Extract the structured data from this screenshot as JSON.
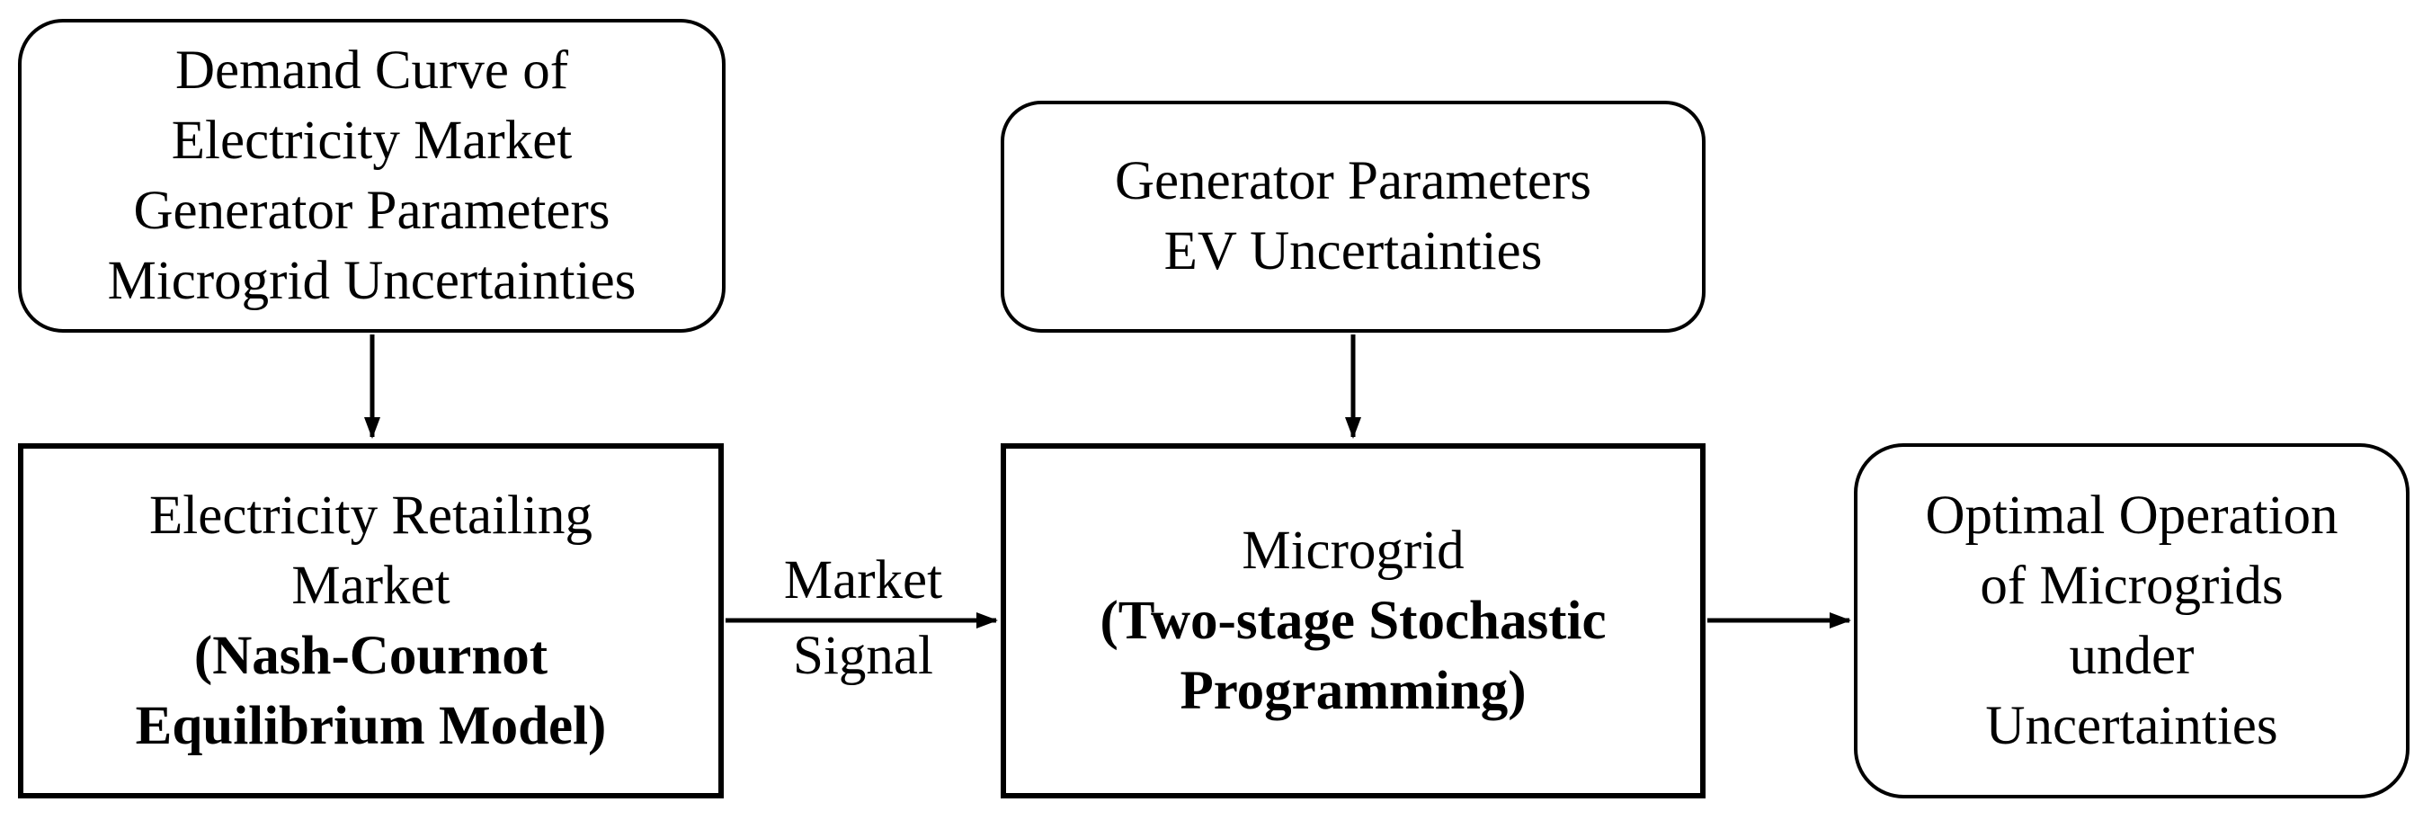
{
  "diagram": {
    "colors": {
      "background": "#ffffff",
      "stroke": "#000000",
      "text": "#000000"
    },
    "boxes": {
      "demand_inputs": {
        "lines": [
          "Demand Curve of",
          "Electricity Market",
          "Generator Parameters",
          "Microgrid Uncertainties"
        ]
      },
      "generator_inputs": {
        "lines": [
          "Generator Parameters",
          "EV Uncertainties"
        ]
      },
      "retail_market": {
        "lines": [
          "Electricity Retailing",
          "Market",
          "(Nash-Cournot",
          "Equilibrium Model)"
        ]
      },
      "microgrid": {
        "lines": [
          "Microgrid",
          "(Two-stage Stochastic",
          "Programming)"
        ]
      },
      "output": {
        "lines": [
          "Optimal Operation",
          "of Microgrids",
          "under",
          "Uncertainties"
        ]
      }
    },
    "arrow_labels": {
      "market_signal": [
        "Market",
        "Signal"
      ]
    }
  }
}
